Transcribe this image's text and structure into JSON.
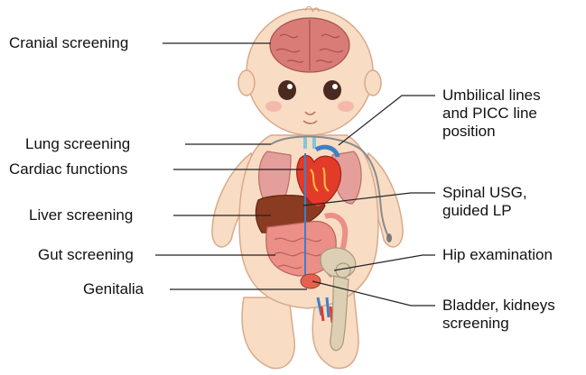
{
  "colors": {
    "skin": "#f8dcc4",
    "skin_outline": "#d9a98a",
    "brain": "#d97b77",
    "heart": "#e23b2a",
    "lung": "#e59f9a",
    "liver": "#8a3b22",
    "gut": "#eb8f87",
    "bone": "#dccfb3",
    "vessel_blue": "#3f7fc6",
    "leader_line": "#222222"
  },
  "labels": {
    "cranial": "Cranial screening",
    "lung": "Lung screening",
    "cardiac": "Cardiac functions",
    "liver": "Liver screening",
    "gut": "Gut screening",
    "genitalia": "Genitalia",
    "umbilical": [
      "Umbilical lines",
      "and PICC line",
      "position"
    ],
    "spinal": [
      "Spinal USG,",
      "guided LP"
    ],
    "hip": "Hip examination",
    "bladder": [
      "Bladder, kidneys",
      "screening"
    ]
  }
}
